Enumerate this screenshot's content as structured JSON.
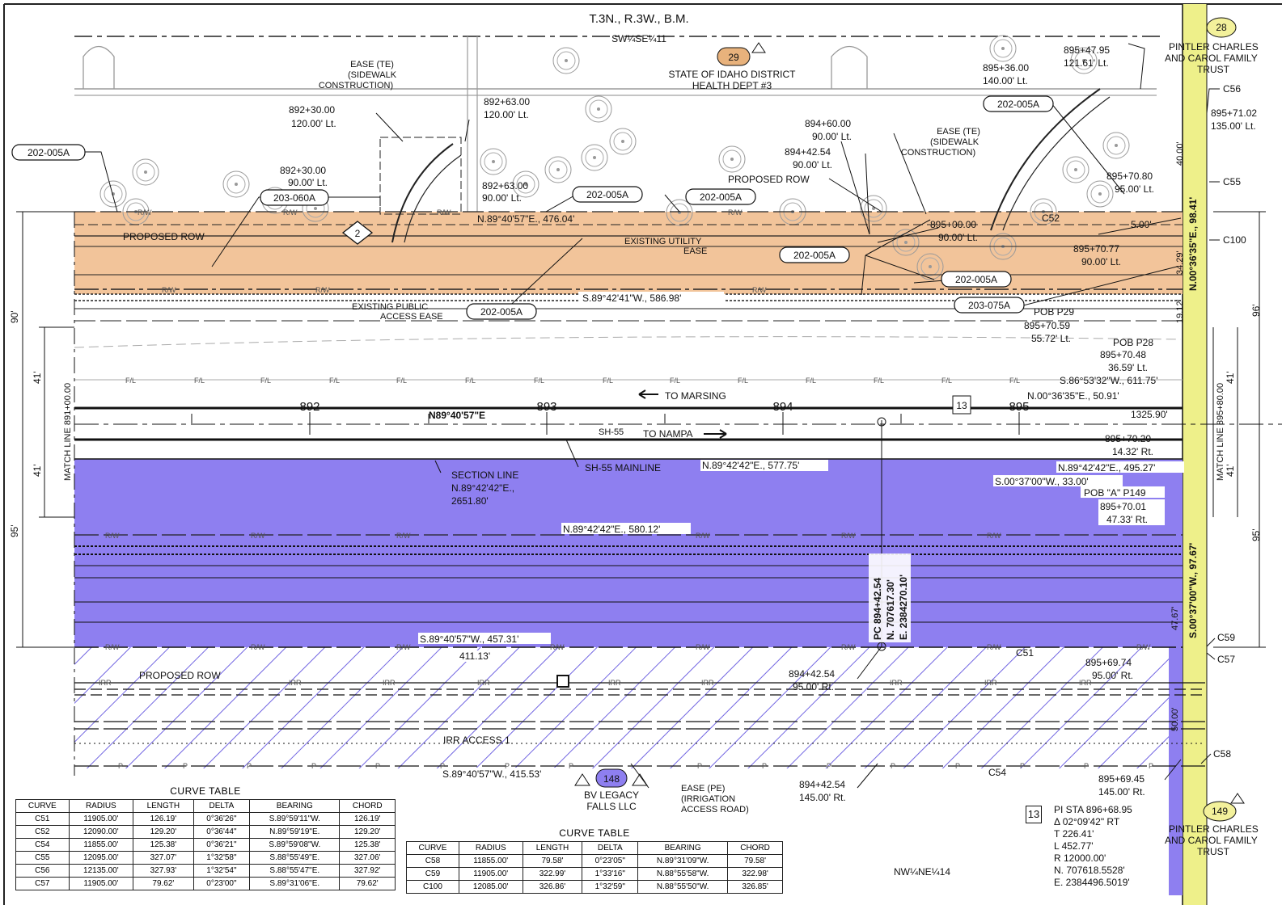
{
  "header": {
    "township": "T.3N., R.3W., B.M.",
    "section_top": "SW¼SE¼11",
    "section_bottom": "NW¼NE¼14"
  },
  "parcels": [
    {
      "number": "29",
      "owner": [
        "STATE OF IDAHO DISTRICT",
        "HEALTH DEPT #3"
      ],
      "fill": "#e8b27c"
    },
    {
      "number": "28",
      "owner": [
        "PINTLER CHARLES",
        "AND CAROL FAMILY",
        "TRUST"
      ],
      "fill": "#f3f19b"
    },
    {
      "number": "149",
      "owner": [
        "PINTLER CHARLES",
        "AND CAROL FAMILY",
        "TRUST"
      ],
      "fill": "#f3f19b"
    },
    {
      "number": "148",
      "owner": [
        "BV LEGACY",
        "FALLS LLC"
      ],
      "fill": "#8e7ff0"
    }
  ],
  "callout_tags": [
    {
      "id": "t1",
      "text": "202-005A"
    },
    {
      "id": "t2",
      "text": "203-060A"
    },
    {
      "id": "t3",
      "text": "202-005A"
    },
    {
      "id": "t4",
      "text": "202-005A"
    },
    {
      "id": "t5",
      "text": "202-005A"
    },
    {
      "id": "t6",
      "text": "202-005A"
    },
    {
      "id": "t7",
      "text": "202-005A"
    },
    {
      "id": "t8",
      "text": "203-075A"
    },
    {
      "id": "t9",
      "text": "202-005A"
    }
  ],
  "labels": {
    "ease_te": [
      "EASE (TE)",
      "(SIDEWALK",
      "CONSTRUCTION)"
    ],
    "ease_pe": [
      "EASE (PE)",
      "(IRRIGATION",
      "ACCESS ROAD)"
    ],
    "proposed_row": "PROPOSED ROW",
    "existing_utility": [
      "EXISTING UTILITY",
      "EASE"
    ],
    "existing_public": [
      "EXISTING PUBLIC",
      "ACCESS EASE"
    ],
    "to_marsing": "TO MARSING",
    "to_nampa": "TO NAMPA",
    "sh55": "SH-55",
    "sh55_mainline": "SH-55 MAINLINE",
    "section_line": [
      "SECTION LINE",
      "N.89°42'42\"E.,",
      "2651.80'"
    ],
    "irr_access": "IRR ACCESS 1",
    "match_left": "MATCH LINE 891+00.00",
    "match_right": "MATCH LINE 895+80.00",
    "pc_point": [
      "PC 894+42.54",
      "N. 707617.30'",
      "E. 2384270.10'"
    ],
    "pob_p29": "POB P29",
    "pob_p28": "POB P28",
    "pob_p149": "POB \"A\" P149",
    "fl": "F/L",
    "rw": "R/W",
    "irr": "IRR",
    "p": "P",
    "num_2": "2",
    "num_13": "13",
    "num_1": "1"
  },
  "stations": [
    "892",
    "893",
    "894",
    "895"
  ],
  "dimensions": {
    "d90": "90'",
    "d41a": "41'",
    "d41b": "41'",
    "d95": "95'",
    "r96": "96'",
    "r41a": "41'",
    "r41b": "41'",
    "r95": "95'"
  },
  "bearings": {
    "b1": "N.89°40'57\"E., 476.04'",
    "b2": "S.89°42'41\"W., 586.98'",
    "b3": "N89°40'57\"E",
    "b4": "N.89°42'42\"E., 577.75'",
    "b5": "N.89°42'42\"E., 495.27'",
    "b6": "S.00°37'00\"W., 33.00'",
    "b7": "N.89°42'42\"E., 580.12'",
    "b8": "S.89°40'57\"W., 457.31'",
    "b9": "411.13'",
    "b10": "S.89°40'57\"W., 415.53'",
    "b11": "S.86°53'32\"W., 611.75'",
    "b12": "N.00°36'35\"E., 50.91'",
    "b13": "1325.90'",
    "v1": "N.00°36'35\"E., 98.41'",
    "v2": "S.00°37'00\"W., 97.67'",
    "v3": "40.00'",
    "v4": "34.29'",
    "v5": "19.12'",
    "v6": "47.67'",
    "v7": "50.00'",
    "d5": "5.00'"
  },
  "station_labels": [
    [
      "892+30.00",
      "120.00' Lt."
    ],
    [
      "892+63.00",
      "120.00' Lt."
    ],
    [
      "892+30.00",
      "90.00' Lt."
    ],
    [
      "892+63.00",
      "90.00' Lt."
    ],
    [
      "894+60.00",
      "90.00' Lt."
    ],
    [
      "894+42.54",
      "90.00' Lt."
    ],
    [
      "895+36.00",
      "140.00' Lt."
    ],
    [
      "895+47.95",
      "121.61' Lt."
    ],
    [
      "895+71.02",
      "135.00' Lt."
    ],
    [
      "895+70.80",
      "95.00' Lt."
    ],
    [
      "895+00.00",
      "90.00' Lt."
    ],
    [
      "895+70.77",
      "90.00' Lt."
    ],
    [
      "895+70.59",
      "55.72' Lt."
    ],
    [
      "895+70.48",
      "36.59' Lt."
    ],
    [
      "895+70.20",
      "14.32' Rt."
    ],
    [
      "895+70.01",
      "47.33' Rt."
    ],
    [
      "894+42.54",
      "95.00' Rt."
    ],
    [
      "895+69.74",
      "95.00' Rt."
    ],
    [
      "894+42.54",
      "145.00' Rt."
    ],
    [
      "895+69.45",
      "145.00' Rt."
    ]
  ],
  "curve_ids": [
    "C56",
    "C55",
    "C100",
    "C52",
    "C51",
    "C59",
    "C57",
    "C58",
    "C54"
  ],
  "curve_table_1": {
    "title": "CURVE TABLE",
    "columns": [
      "CURVE",
      "RADIUS",
      "LENGTH",
      "DELTA",
      "BEARING",
      "CHORD"
    ],
    "rows": [
      [
        "C51",
        "11905.00'",
        "126.19'",
        "0°36'26\"",
        "S.89°59'11\"W.",
        "126.19'"
      ],
      [
        "C52",
        "12090.00'",
        "129.20'",
        "0°36'44\"",
        "N.89°59'19\"E.",
        "129.20'"
      ],
      [
        "C54",
        "11855.00'",
        "125.38'",
        "0°36'21\"",
        "S.89°59'08\"W.",
        "125.38'"
      ],
      [
        "C55",
        "12095.00'",
        "327.07'",
        "1°32'58\"",
        "S.88°55'49\"E.",
        "327.06'"
      ],
      [
        "C56",
        "12135.00'",
        "327.93'",
        "1°32'54\"",
        "S.88°55'47\"E.",
        "327.92'"
      ],
      [
        "C57",
        "11905.00'",
        "79.62'",
        "0°23'00\"",
        "S.89°31'06\"E.",
        "79.62'"
      ]
    ]
  },
  "curve_table_2": {
    "title": "CURVE TABLE",
    "columns": [
      "CURVE",
      "RADIUS",
      "LENGTH",
      "DELTA",
      "BEARING",
      "CHORD"
    ],
    "rows": [
      [
        "C58",
        "11855.00'",
        "79.58'",
        "0°23'05\"",
        "N.89°31'09\"W.",
        "79.58'"
      ],
      [
        "C59",
        "11905.00'",
        "322.99'",
        "1°33'16\"",
        "N.88°55'58\"W.",
        "322.98'"
      ],
      [
        "C100",
        "12085.00'",
        "326.86'",
        "1°32'59\"",
        "N.88°55'50\"W.",
        "326.85'"
      ]
    ]
  },
  "pi_data": {
    "number": "13",
    "lines": [
      "PI STA 896+68.95",
      "Δ 02°09'42\" RT",
      "T 226.41'",
      "L 452.77'",
      "R 12000.00'",
      "N. 707618.5528'",
      "E. 2384496.5019'"
    ]
  },
  "colors": {
    "take_north": "#f2c49a",
    "take_south": "#8e7ff0",
    "parcel_28": "#eef08a",
    "hatch": "#6a5de0",
    "line": "#111111"
  }
}
